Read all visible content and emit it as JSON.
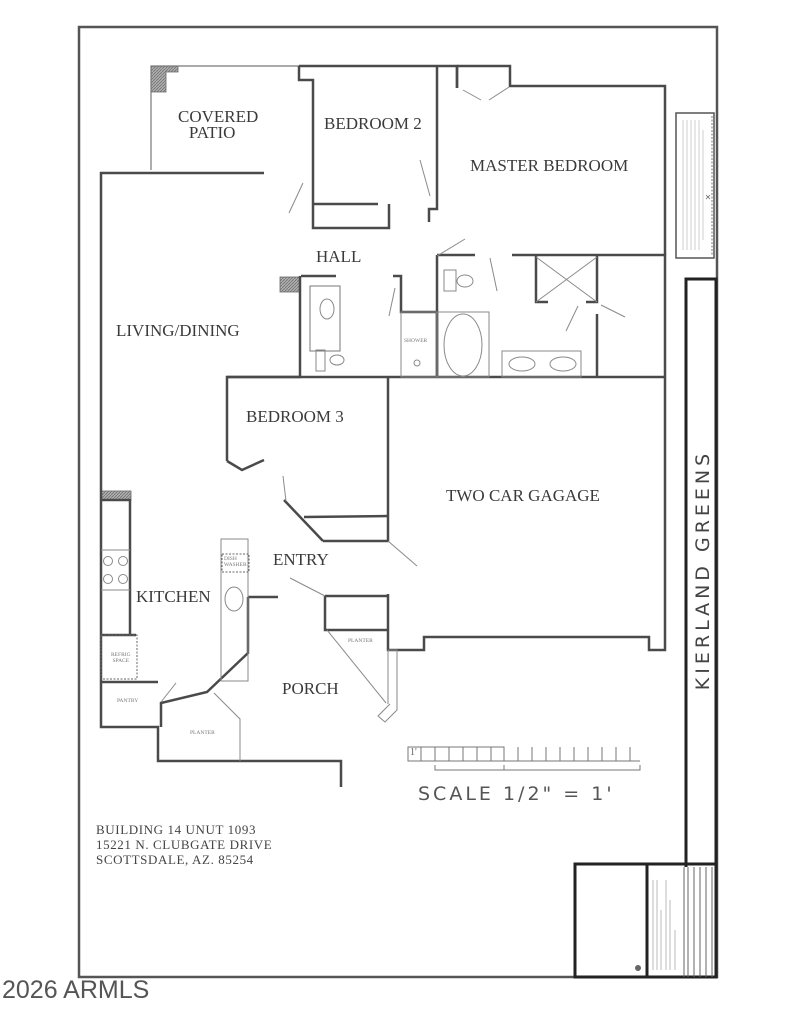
{
  "drawing": {
    "project_title": "KIERLAND GREENS",
    "scale_label": "SCALE 1/2\" = 1'",
    "scale_bar_unit": "1'",
    "address": {
      "line1": "BUILDING 14 UNUT 1093",
      "line2": "15221 N. CLUBGATE DRIVE",
      "line3": "SCOTTSDALE, AZ. 85254"
    },
    "copyright": "2026 ARMLS"
  },
  "rooms": {
    "covered_patio_1": "COVERED",
    "covered_patio_2": "PATIO",
    "bedroom2": "BEDROOM 2",
    "master_bedroom": "MASTER BEDROOM",
    "hall": "HALL",
    "living_dining": "LIVING/DINING",
    "bedroom3": "BEDROOM 3",
    "garage": "TWO CAR GAGAGE",
    "entry": "ENTRY",
    "kitchen": "KITCHEN",
    "porch": "PORCH"
  },
  "fixtures": {
    "shower": "SHOWER",
    "dishwasher_1": "DISH",
    "dishwasher_2": "WASHER",
    "refrig_1": "REFRIG",
    "refrig_2": "SPACE",
    "pantry": "PANTRY",
    "planter_entry": "PLANTER",
    "planter_kitchen": "PLANTER"
  },
  "colors": {
    "wall": "#4a4a4a",
    "thin_line": "#8a8a8a",
    "text": "#3a3a3a",
    "hatch": "#9a9a9a"
  }
}
